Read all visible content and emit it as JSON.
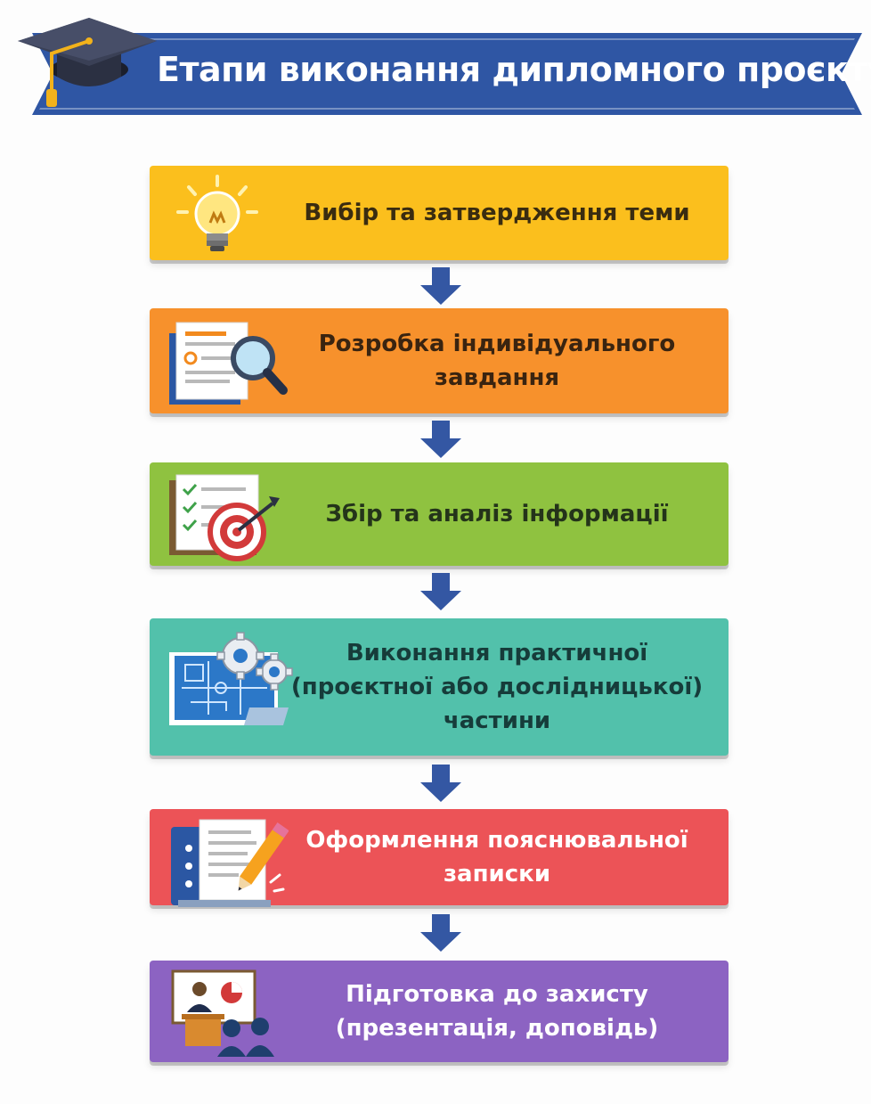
{
  "title": "Етапи виконання дипломного проєкту",
  "colors": {
    "banner": "#2f56a4",
    "arrow": "#3457a3"
  },
  "steps": [
    {
      "label": "Вибір та затвердження теми",
      "color": "#fbbf1d",
      "text_color": "#3a2c10",
      "icon": "lightbulb-icon"
    },
    {
      "label": "Розробка індивідуального\nзавдання",
      "color": "#f7912c",
      "text_color": "#3a2410",
      "icon": "document-magnifier-icon"
    },
    {
      "label": "Збір та аналіз інформації",
      "color": "#8fc240",
      "text_color": "#24341a",
      "icon": "checklist-target-icon"
    },
    {
      "label": "Виконання практичної\n(проєктної або дослідницької)\nчастини",
      "color": "#52c1ab",
      "text_color": "#163c3a",
      "icon": "blueprint-gears-icon"
    },
    {
      "label": "Оформлення пояснювальної\nзаписки",
      "color": "#ec5357",
      "text_color": "#ffffff",
      "icon": "binder-pencil-icon"
    },
    {
      "label": "Підготовка до захисту\n(презентація, доповідь)",
      "color": "#8c63c2",
      "text_color": "#ffffff",
      "icon": "presentation-icon"
    }
  ]
}
